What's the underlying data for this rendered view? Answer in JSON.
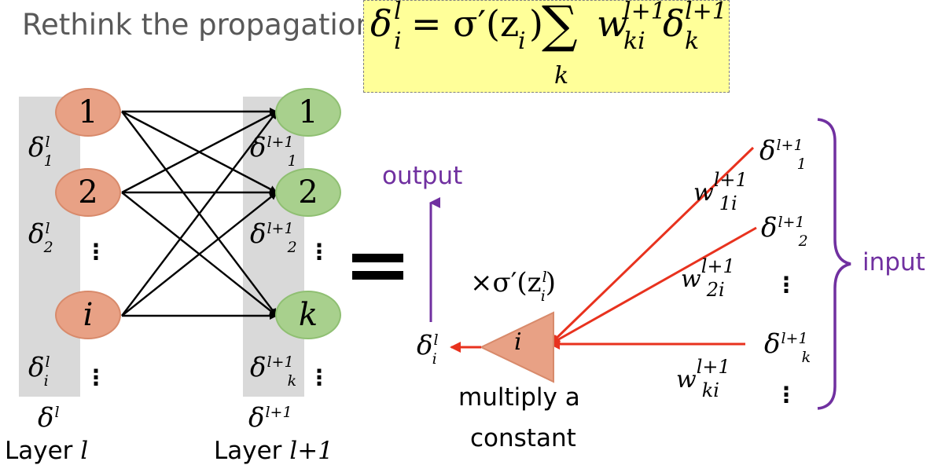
{
  "title": "Rethink the propagation",
  "formula": {
    "lhs_symbol": "δ",
    "lhs_sup": "l",
    "lhs_sub": "i",
    "rhs_main": "= σ′(z",
    "rhs_z_sub": "i",
    "rhs_close": ")",
    "sum_symbol": "∑",
    "sum_index": "k",
    "w_symbol": "w",
    "w_sup": "l+1",
    "w_sub": "ki",
    "delta2_symbol": "δ",
    "delta2_sup": "l+1",
    "delta2_sub": "k"
  },
  "left_network": {
    "layer_l_nodes": [
      "1",
      "2",
      "i"
    ],
    "layer_l1_nodes": [
      "1",
      "2",
      "k"
    ],
    "layer_l_deltas": [
      {
        "sup": "l",
        "sub": "1"
      },
      {
        "sup": "l",
        "sub": "2"
      },
      {
        "sup": "l",
        "sub": "i"
      }
    ],
    "layer_l1_deltas": [
      {
        "sup": "l+1",
        "sub": "1"
      },
      {
        "sup": "l+1",
        "sub": "2"
      },
      {
        "sup": "l+1",
        "sub": "k"
      }
    ],
    "vdots": "⋮",
    "layer_l_vector": {
      "symbol": "δ",
      "sup": "l"
    },
    "layer_l1_vector": {
      "symbol": "δ",
      "sup": "l+1"
    },
    "layer_l_label_prefix": "Layer ",
    "layer_l_label_var": "l",
    "layer_l1_label_prefix": "Layer ",
    "layer_l1_label_var": "l+1"
  },
  "equals_sign": "=",
  "right_diagram": {
    "output_label": "output",
    "input_label": "input",
    "multiplier": {
      "prefix": "×σ′(z",
      "sup": "l",
      "sub": "i",
      "suffix": ")"
    },
    "neuron_label": "i",
    "output_delta": {
      "symbol": "δ",
      "sup": "l",
      "sub": "i"
    },
    "input_deltas": [
      {
        "symbol": "δ",
        "sup": "l+1",
        "sub": "1"
      },
      {
        "symbol": "δ",
        "sup": "l+1",
        "sub": "2"
      },
      {
        "symbol": "δ",
        "sup": "l+1",
        "sub": "k"
      }
    ],
    "weights": [
      {
        "symbol": "w",
        "sup": "l+1",
        "sub": "1i"
      },
      {
        "symbol": "w",
        "sup": "l+1",
        "sub": "2i"
      },
      {
        "symbol": "w",
        "sup": "l+1",
        "sub": "ki"
      }
    ],
    "vdots": "⋮",
    "caption_line1": "multiply a",
    "caption_line2": "constant"
  },
  "colors": {
    "orange_node": "#e8a185",
    "green_node": "#a8d08d",
    "red_arrow": "#e8321e",
    "purple": "#7030a0",
    "formula_bg": "#ffff99",
    "band_gray": "#d9d9d9"
  }
}
